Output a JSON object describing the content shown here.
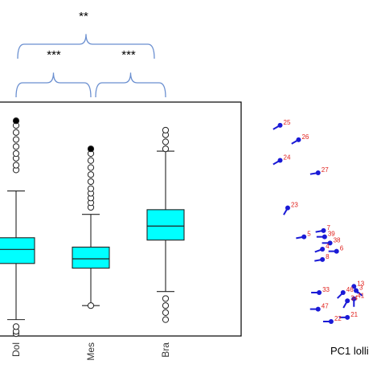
{
  "chart_data": [
    {
      "type": "box",
      "categories": [
        "Dol",
        "Mes",
        "Bra"
      ],
      "ylim": [
        0,
        1
      ],
      "boxes": [
        {
          "name": "Dol",
          "whisker_low": 0.07,
          "q1": 0.31,
          "median": 0.37,
          "q3": 0.42,
          "whisker_high": 0.62,
          "outliers": [
            0.01,
            0.02,
            0.04,
            0.71,
            0.73,
            0.76,
            0.78,
            0.81,
            0.84,
            0.87,
            0.9,
            0.92
          ]
        },
        {
          "name": "Mes",
          "whisker_low": 0.13,
          "q1": 0.29,
          "median": 0.33,
          "q3": 0.38,
          "whisker_high": 0.52,
          "outliers": [
            0.13,
            0.55,
            0.57,
            0.59,
            0.61,
            0.63,
            0.66,
            0.69,
            0.72,
            0.75,
            0.78,
            0.8
          ]
        },
        {
          "name": "Bra",
          "whisker_low": 0.19,
          "q1": 0.41,
          "median": 0.47,
          "q3": 0.54,
          "whisker_high": 0.79,
          "outliers": [
            0.07,
            0.1,
            0.13,
            0.16,
            0.8,
            0.83,
            0.86,
            0.88
          ]
        }
      ],
      "comparisons": [
        {
          "groups": [
            "Dol",
            "Mes"
          ],
          "label": "***"
        },
        {
          "groups": [
            "Mes",
            "Bra"
          ],
          "label": "***"
        },
        {
          "groups": [
            "Dol-Mes",
            "Mes-Bra"
          ],
          "label": "**"
        }
      ],
      "colors": {
        "box": "#00ffff",
        "outlier_filled": "#000000"
      },
      "grid": false
    },
    {
      "type": "lollipop-map",
      "caption": "PC1 lolli",
      "colors": {
        "dot": "#1a1ad6",
        "label": "#e0201c"
      },
      "points": [
        {
          "label": "25",
          "x": 0.1,
          "y": 0.95,
          "angle": 150
        },
        {
          "label": "26",
          "x": 0.27,
          "y": 0.88,
          "angle": 150
        },
        {
          "label": "24",
          "x": 0.1,
          "y": 0.78,
          "angle": 150
        },
        {
          "label": "27",
          "x": 0.45,
          "y": 0.72,
          "angle": 170
        },
        {
          "label": "23",
          "x": 0.17,
          "y": 0.55,
          "angle": 120
        },
        {
          "label": "7",
          "x": 0.5,
          "y": 0.44,
          "angle": 170
        },
        {
          "label": "5",
          "x": 0.32,
          "y": 0.41,
          "angle": 170
        },
        {
          "label": "39",
          "x": 0.51,
          "y": 0.41,
          "angle": 180
        },
        {
          "label": "38",
          "x": 0.56,
          "y": 0.38,
          "angle": 180
        },
        {
          "label": "4",
          "x": 0.49,
          "y": 0.35,
          "angle": 160
        },
        {
          "label": "6",
          "x": 0.62,
          "y": 0.34,
          "angle": 180
        },
        {
          "label": "8",
          "x": 0.49,
          "y": 0.3,
          "angle": 170
        },
        {
          "label": "13",
          "x": 0.78,
          "y": 0.17,
          "angle": 60
        },
        {
          "label": "33",
          "x": 0.46,
          "y": 0.14,
          "angle": 180
        },
        {
          "label": "46",
          "x": 0.68,
          "y": 0.14,
          "angle": 135
        },
        {
          "label": "3",
          "x": 0.8,
          "y": 0.15,
          "angle": 40
        },
        {
          "label": "41",
          "x": 0.78,
          "y": 0.11,
          "angle": 90
        },
        {
          "label": "34",
          "x": 0.72,
          "y": 0.1,
          "angle": 120
        },
        {
          "label": "47",
          "x": 0.45,
          "y": 0.06,
          "angle": 180
        },
        {
          "label": "21",
          "x": 0.72,
          "y": 0.02,
          "angle": 180
        },
        {
          "label": "22",
          "x": 0.57,
          "y": 0.0,
          "angle": 180
        }
      ]
    }
  ]
}
